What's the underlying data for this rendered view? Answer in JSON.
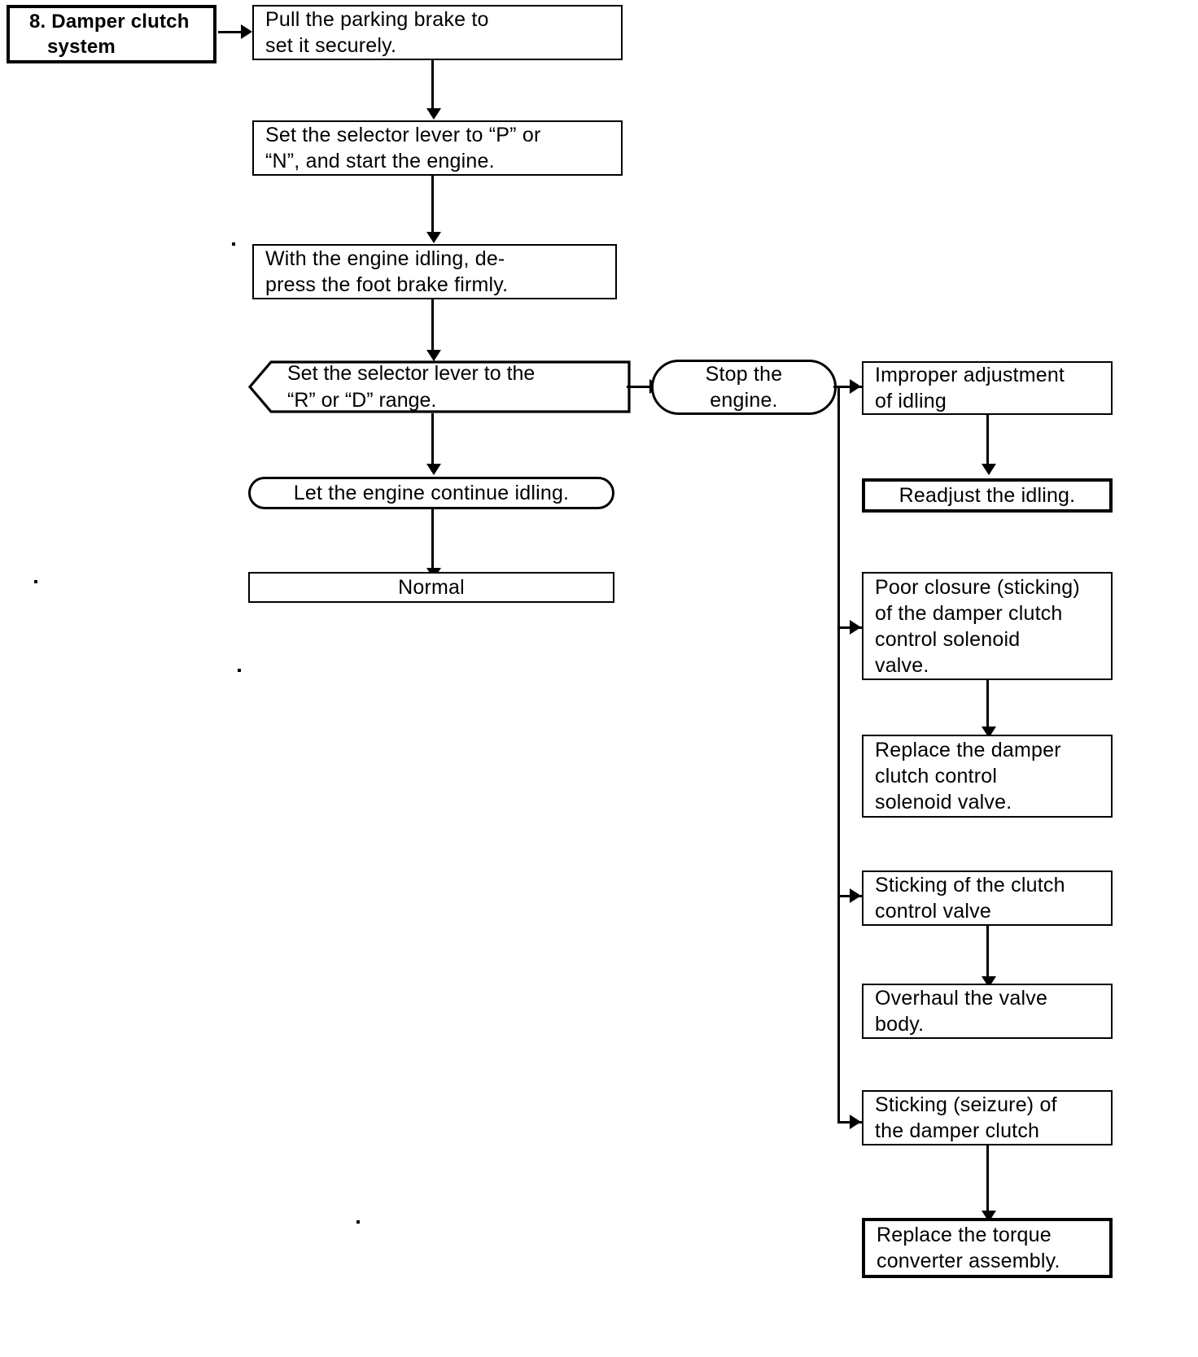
{
  "diagram": {
    "title": "8. Damper clutch\nsystem",
    "title_line1": "8. Damper clutch",
    "title_line2": "system"
  },
  "main_flow": [
    {
      "id": "step1",
      "shape": "rect",
      "text": "Pull the parking brake to\nset it securely."
    },
    {
      "id": "step2",
      "shape": "rect",
      "text": "Set the selector lever to “P” or\n“N”, and start the engine."
    },
    {
      "id": "step3",
      "shape": "rect",
      "text": "With  the  engine  idling,  de-\npress  the  foot  brake  firmly."
    },
    {
      "id": "step4",
      "shape": "hexagon",
      "text": "Set  the  selector  lever  to  the\n“R” or “D” range."
    },
    {
      "id": "step5",
      "shape": "stadium",
      "text": "Let the engine continue idling."
    },
    {
      "id": "step6",
      "shape": "rect",
      "text": "Normal"
    }
  ],
  "branch": {
    "stop_node": {
      "id": "stop",
      "shape": "stadium",
      "text": "Stop  the\nengine."
    },
    "causes": [
      {
        "id": "cause1",
        "cause": "Improper adjustment\nof idling",
        "remedy": "Readjust  the  idling.",
        "remedy_emphasis": true
      },
      {
        "id": "cause2",
        "cause": "Poor closure (sticking)\nof the damper clutch\ncontrol solenoid\nvalve.",
        "remedy": "Replace the damper\nclutch control\nsolenoid valve.",
        "remedy_emphasis": false
      },
      {
        "id": "cause3",
        "cause": "Sticking   of   the   clutch\ncontrol valve",
        "remedy": "Overhaul the valve\nbody.",
        "remedy_emphasis": false
      },
      {
        "id": "cause4",
        "cause": "Sticking (seizure) of\nthe damper clutch",
        "remedy": "Replace the torque\nconverter assembly.",
        "remedy_emphasis": false
      }
    ]
  },
  "colors": {
    "ink": "#000000",
    "paper": "#ffffff"
  }
}
